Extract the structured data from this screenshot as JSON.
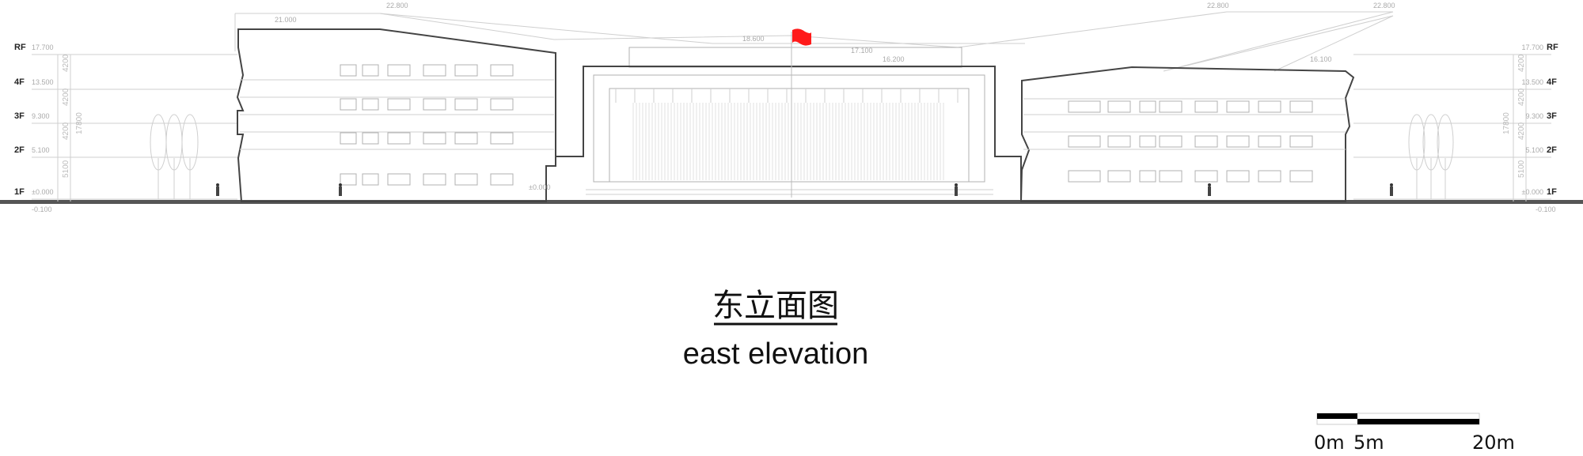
{
  "drawing": {
    "title_cn": "东立面图",
    "title_en": "east elevation",
    "flag_color": "#ff1a1a",
    "levels": [
      {
        "name": "RF",
        "elevation": "17.700"
      },
      {
        "name": "4F",
        "elevation": "13.500"
      },
      {
        "name": "3F",
        "elevation": "9.300"
      },
      {
        "name": "2F",
        "elevation": "5.100"
      },
      {
        "name": "1F",
        "elevation": "±0.000"
      }
    ],
    "ground_elevation": "-0.100",
    "floor_heights": [
      "4200",
      "4200",
      "4200",
      "5100"
    ],
    "total_height": "17800",
    "top_elevations": [
      "21.000",
      "22.800",
      "18.600",
      "17.100",
      "16.200",
      "22.800",
      "22.800",
      "16.100",
      "±0.000"
    ],
    "scale_bar": {
      "labels": [
        "0m",
        "5m",
        "20m"
      ]
    }
  }
}
